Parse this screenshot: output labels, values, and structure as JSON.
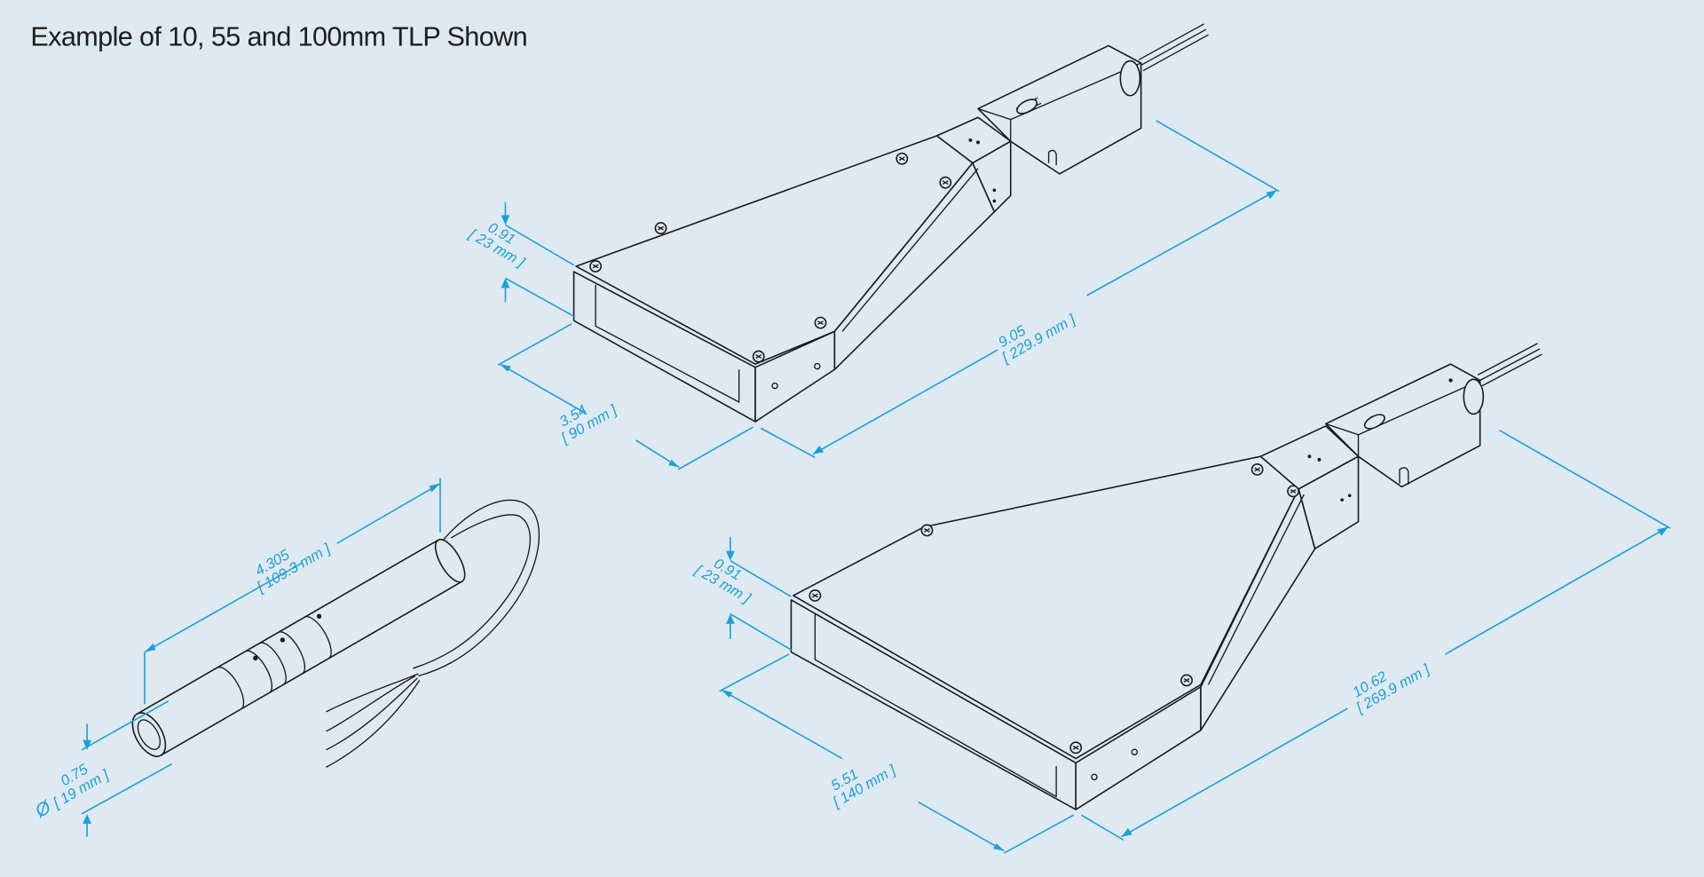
{
  "title": "Example of 10, 55 and 100mm TLP Shown",
  "colors": {
    "background": "#dfe9f2",
    "dimension": "#1ba0d8",
    "outline": "#1a1a1a"
  },
  "dimensions": {
    "top_height": {
      "inch": "0.91",
      "mm": "[ 23 mm ]"
    },
    "top_width": {
      "inch": "3.54",
      "mm": "[ 90 mm ]"
    },
    "top_length": {
      "inch": "9.05",
      "mm": "[ 229.9 mm ]"
    },
    "bottom_height": {
      "inch": "0.91",
      "mm": "[ 23 mm ]"
    },
    "bottom_width": {
      "inch": "5.51",
      "mm": "[ 140 mm ]"
    },
    "bottom_length": {
      "inch": "10.62",
      "mm": "[ 269.9 mm ]"
    },
    "cylinder_length": {
      "inch": "4.305",
      "mm": "[ 109.3 mm ]"
    },
    "cylinder_diameter": {
      "symbol": "Ø",
      "inch": "0.75",
      "mm": "[ 19 mm ]"
    }
  }
}
